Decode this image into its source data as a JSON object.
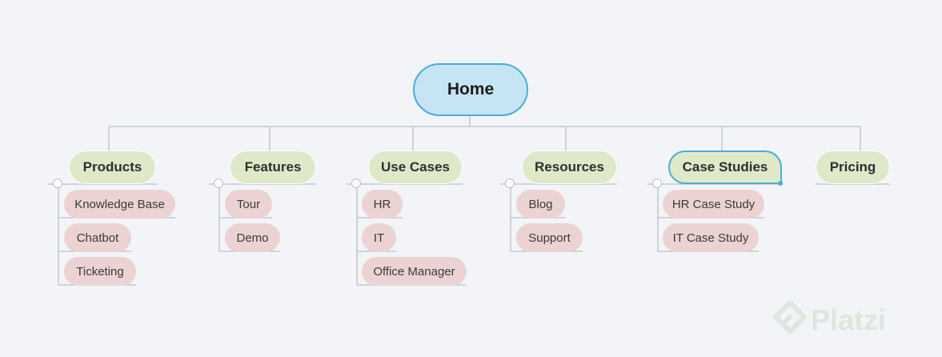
{
  "root": {
    "label": "Home"
  },
  "categories": [
    {
      "label": "Products",
      "children": [
        "Knowledge Base",
        "Chatbot",
        "Ticketing"
      ]
    },
    {
      "label": "Features",
      "children": [
        "Tour",
        "Demo"
      ]
    },
    {
      "label": "Use Cases",
      "children": [
        "HR",
        "IT",
        "Office Manager"
      ]
    },
    {
      "label": "Resources",
      "children": [
        "Blog",
        "Support"
      ]
    },
    {
      "label": "Case Studies",
      "children": [
        "HR Case Study",
        "IT Case Study"
      ],
      "selected": true
    },
    {
      "label": "Pricing",
      "children": []
    }
  ],
  "colors": {
    "root_fill": "#c6e4f4",
    "root_border": "#4aaed8",
    "category_fill": "#dfe8c8",
    "item_fill": "#ecd3d3",
    "connector": "#c3c8cf"
  },
  "watermark": {
    "text": "Platzi"
  }
}
